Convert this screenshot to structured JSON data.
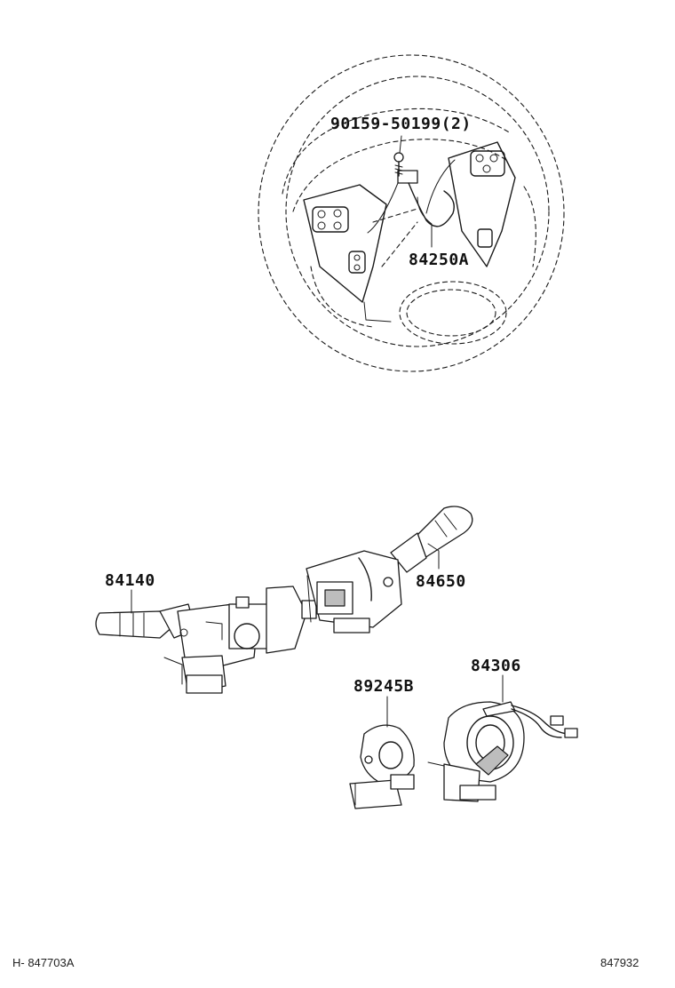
{
  "callouts": {
    "screw": "90159-50199(2)",
    "steering_switch": "84250A",
    "turn_signal_switch": "84140",
    "wiper_switch": "84650",
    "spiral_cable": "84306",
    "cable_sub_assy": "89245B"
  },
  "footer": {
    "left_code": "H- 847703A",
    "right_code": "847932"
  }
}
